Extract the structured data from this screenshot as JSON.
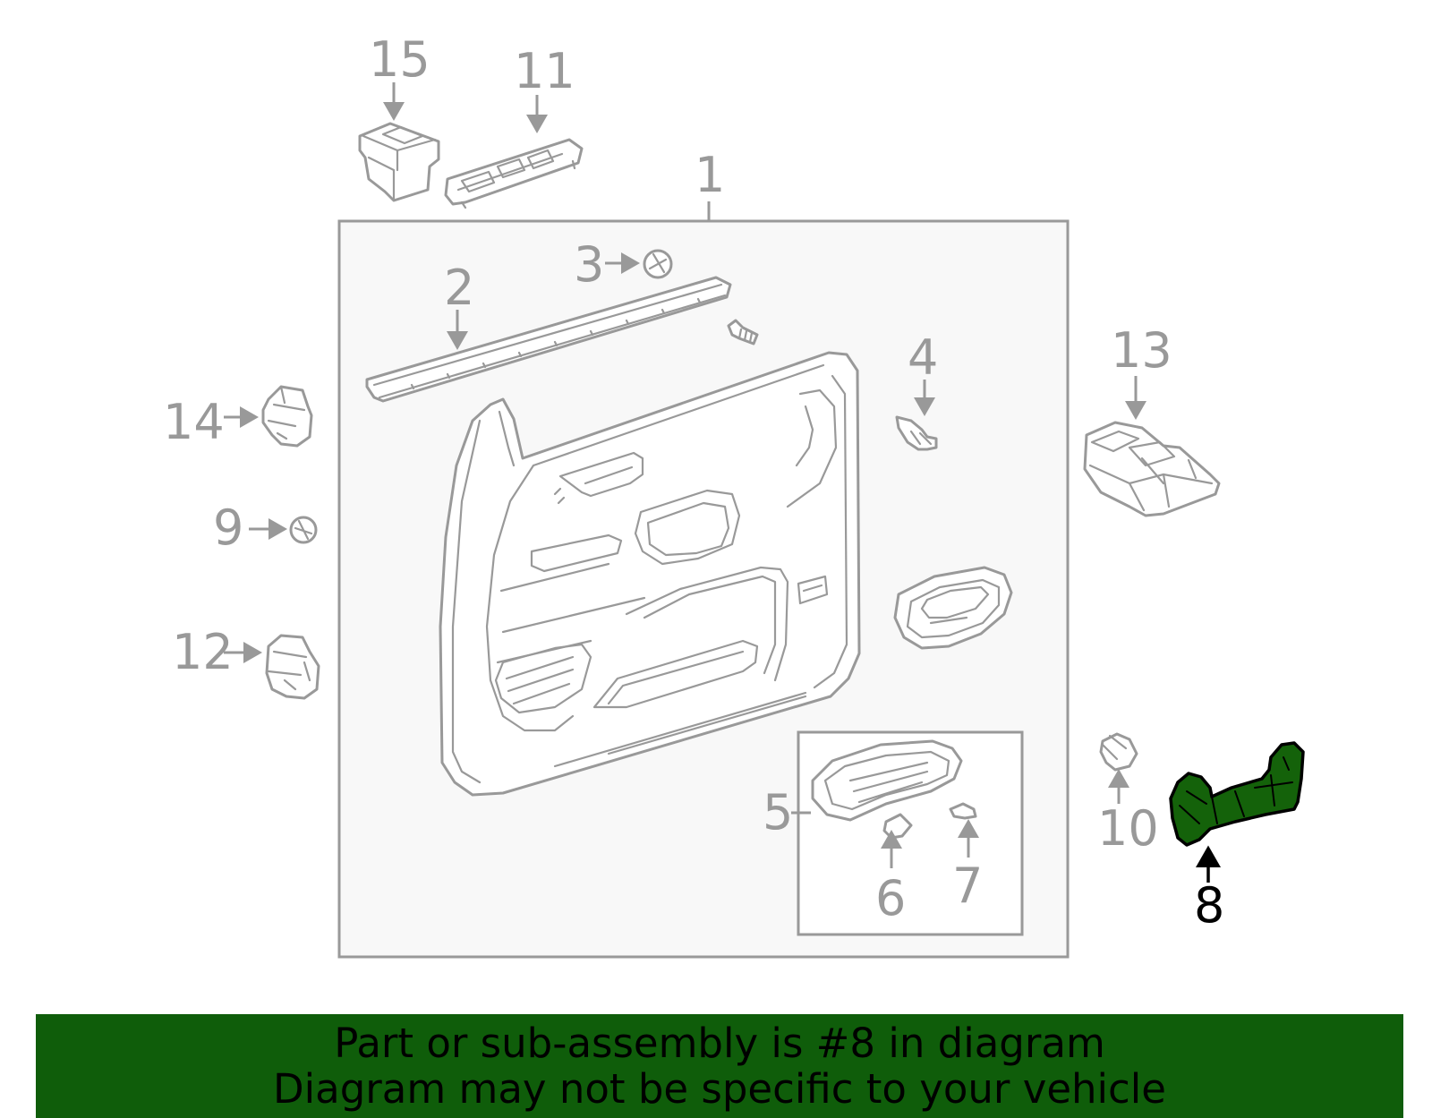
{
  "callouts": {
    "c1": "1",
    "c2": "2",
    "c3": "3",
    "c4": "4",
    "c5": "5",
    "c6": "6",
    "c7": "7",
    "c8": "8",
    "c9": "9",
    "c10": "10",
    "c11": "11",
    "c12": "12",
    "c13": "13",
    "c14": "14",
    "c15": "15"
  },
  "highlight": {
    "callout": "8",
    "color": "#14620a"
  },
  "colors": {
    "line": "#999999",
    "panel_fill": "#f8f8f8",
    "banner": "#0f5d0a",
    "banner_text": "#000000"
  },
  "banner": {
    "line1": "Part or sub-assembly is #8 in diagram",
    "line2": "Diagram may not be specific to your vehicle"
  }
}
